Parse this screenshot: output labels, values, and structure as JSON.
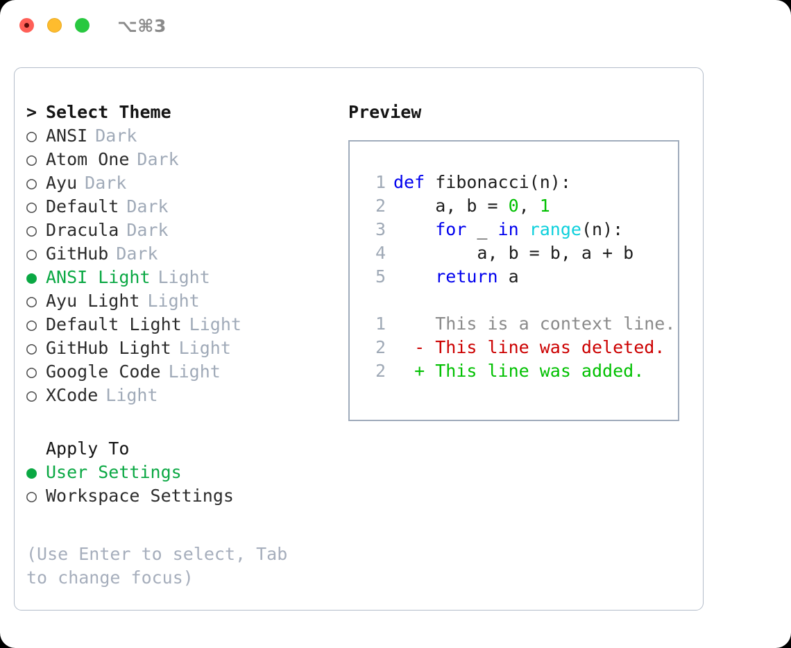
{
  "window": {
    "shortcut_label": "⌥⌘3",
    "traffic_lights": [
      "close",
      "minimize",
      "maximize"
    ],
    "colors": {
      "close": "#ff5f57",
      "minimize": "#febc2e",
      "maximize": "#28c840",
      "border": "#b3bcc9",
      "accent_green": "#0aa843",
      "muted": "#a0aab8"
    }
  },
  "theme_list": {
    "header_marker": ">",
    "header_label": "Select Theme",
    "bullet_unselected": "○",
    "bullet_selected": "●",
    "items": [
      {
        "label": "ANSI",
        "tag": "Dark",
        "selected": false
      },
      {
        "label": "Atom One",
        "tag": "Dark",
        "selected": false
      },
      {
        "label": "Ayu",
        "tag": "Dark",
        "selected": false
      },
      {
        "label": "Default",
        "tag": "Dark",
        "selected": false
      },
      {
        "label": "Dracula",
        "tag": "Dark",
        "selected": false
      },
      {
        "label": "GitHub",
        "tag": "Dark",
        "selected": false
      },
      {
        "label": "ANSI Light",
        "tag": "Light",
        "selected": true
      },
      {
        "label": "Ayu Light",
        "tag": "Light",
        "selected": false
      },
      {
        "label": "Default Light",
        "tag": "Light",
        "selected": false
      },
      {
        "label": "GitHub Light",
        "tag": "Light",
        "selected": false
      },
      {
        "label": "Google Code",
        "tag": "Light",
        "selected": false
      },
      {
        "label": "XCode",
        "tag": "Light",
        "selected": false
      }
    ]
  },
  "apply_to": {
    "title": "Apply To",
    "items": [
      {
        "label": "User Settings",
        "selected": true
      },
      {
        "label": "Workspace Settings",
        "selected": false
      }
    ]
  },
  "hint": "(Use Enter to select, Tab to change focus)",
  "preview": {
    "title": "Preview",
    "code_lines": [
      {
        "num": "1",
        "tokens": [
          {
            "t": "def ",
            "c": "kw"
          },
          {
            "t": "fibonacci(n):",
            "c": "txt"
          }
        ]
      },
      {
        "num": "2",
        "tokens": [
          {
            "t": "    a, b = ",
            "c": "txt"
          },
          {
            "t": "0",
            "c": "num"
          },
          {
            "t": ", ",
            "c": "txt"
          },
          {
            "t": "1",
            "c": "num"
          }
        ]
      },
      {
        "num": "3",
        "tokens": [
          {
            "t": "    ",
            "c": "txt"
          },
          {
            "t": "for",
            "c": "kw"
          },
          {
            "t": " _ ",
            "c": "txt"
          },
          {
            "t": "in",
            "c": "kw"
          },
          {
            "t": " ",
            "c": "txt"
          },
          {
            "t": "range",
            "c": "fn"
          },
          {
            "t": "(n):",
            "c": "txt"
          }
        ]
      },
      {
        "num": "4",
        "tokens": [
          {
            "t": "        a, b = b, a + b",
            "c": "txt"
          }
        ]
      },
      {
        "num": "5",
        "tokens": [
          {
            "t": "    ",
            "c": "txt"
          },
          {
            "t": "return",
            "c": "kw"
          },
          {
            "t": " a",
            "c": "txt"
          }
        ]
      }
    ],
    "diff_lines": [
      {
        "num": "1",
        "sign": "  ",
        "text": "This is a context line.",
        "kind": "ctx"
      },
      {
        "num": "2",
        "sign": "- ",
        "text": "This line was deleted.",
        "kind": "del"
      },
      {
        "num": "2",
        "sign": "+ ",
        "text": "This line was added.",
        "kind": "add"
      }
    ]
  }
}
